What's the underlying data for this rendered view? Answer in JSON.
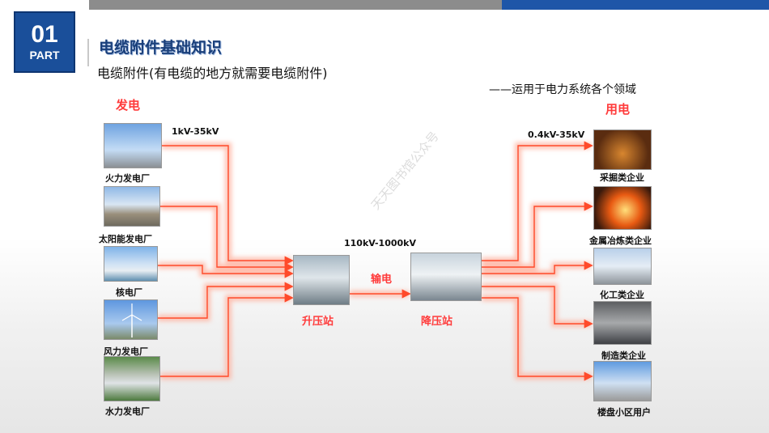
{
  "header": {
    "badge_number": "01",
    "badge_part": "PART",
    "title": "电缆附件基础知识",
    "subtitle": "电缆附件(有电缆的地方就需要电缆附件)",
    "note": "——运用于电力系统各个领域"
  },
  "sections": {
    "generation": "发电",
    "consumption": "用电",
    "transmission": "输电"
  },
  "voltages": {
    "generation": "1kV-35kV",
    "transmission": "110kV-1000kV",
    "consumption": "0.4kV-35kV"
  },
  "stations": {
    "step_up": "升压站",
    "step_down": "降压站"
  },
  "sources": [
    {
      "label": "火力发电厂"
    },
    {
      "label": "太阳能发电厂"
    },
    {
      "label": "核电厂"
    },
    {
      "label": "风力发电厂"
    },
    {
      "label": "水力发电厂"
    }
  ],
  "consumers": [
    {
      "label": "采掘类企业"
    },
    {
      "label": "金属冶炼类企业"
    },
    {
      "label": "化工类企业"
    },
    {
      "label": "制造类企业"
    },
    {
      "label": "楼盘小区用户"
    }
  ],
  "watermark": "天天图书馆公众号",
  "colors": {
    "accent": "#1a4f9a",
    "line": "#ff4a2a",
    "glow": "#ffb3a0"
  }
}
